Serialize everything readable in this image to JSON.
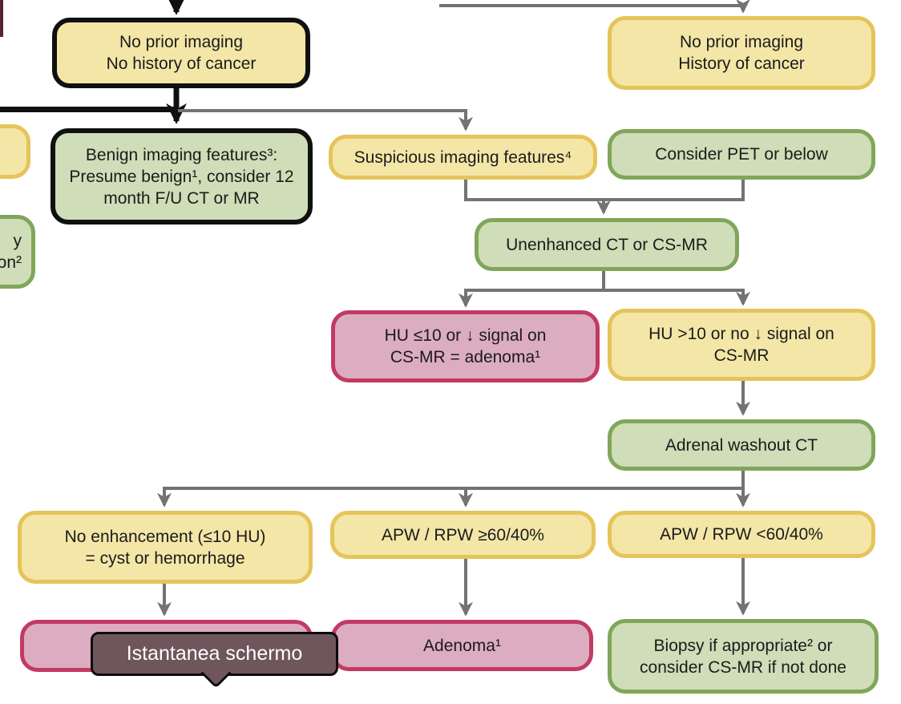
{
  "palette": {
    "yellow_fill": "#F4E6A7",
    "yellow_border": "#E5C45A",
    "green_fill": "#CFDDB8",
    "green_border": "#80A65A",
    "pink_fill": "#DCACC1",
    "pink_border": "#C23A63",
    "black_border": "#101010",
    "connector_gray": "#737373",
    "connector_black": "#101010",
    "tooltip_bg": "#6F565C",
    "tooltip_text": "#FFFFFF"
  },
  "tooltip": {
    "label": "Istantanea schermo"
  },
  "nodes": {
    "noPriorNoHistory": {
      "lines": [
        "No prior imaging",
        "No history of cancer"
      ]
    },
    "noPriorHistory": {
      "lines": [
        "No prior imaging",
        "History of cancer"
      ]
    },
    "benign": {
      "lines": [
        "Benign imaging features³:",
        "Presume benign¹, consider 12",
        "month F/U CT or MR"
      ]
    },
    "suspicious": {
      "lines": [
        "Suspicious imaging features⁴"
      ]
    },
    "pet": {
      "lines": [
        "Consider PET or below"
      ]
    },
    "unenhanced": {
      "lines": [
        "Unenhanced CT or CS-MR"
      ]
    },
    "huLow": {
      "lines": [
        "HU ≤10 or ↓ signal on",
        "CS-MR = adenoma¹"
      ]
    },
    "huHigh": {
      "lines": [
        "HU >10 or no ↓ signal on",
        "CS-MR"
      ]
    },
    "washout": {
      "lines": [
        "Adrenal washout CT"
      ]
    },
    "noEnhancement": {
      "lines": [
        "No enhancement (≤10 HU)",
        "= cyst or hemorrhage"
      ]
    },
    "apwHigh": {
      "lines": [
        "APW / RPW ≥60/40%"
      ]
    },
    "apwLow": {
      "lines": [
        "APW / RPW <60/40%"
      ]
    },
    "adenoma": {
      "lines": [
        "Adenoma¹"
      ]
    },
    "biopsy": {
      "lines": [
        "Biopsy if appropriate² or",
        "consider CS-MR if not done"
      ]
    },
    "partialGreen": {
      "lines": [
        "y",
        "on²"
      ]
    }
  }
}
